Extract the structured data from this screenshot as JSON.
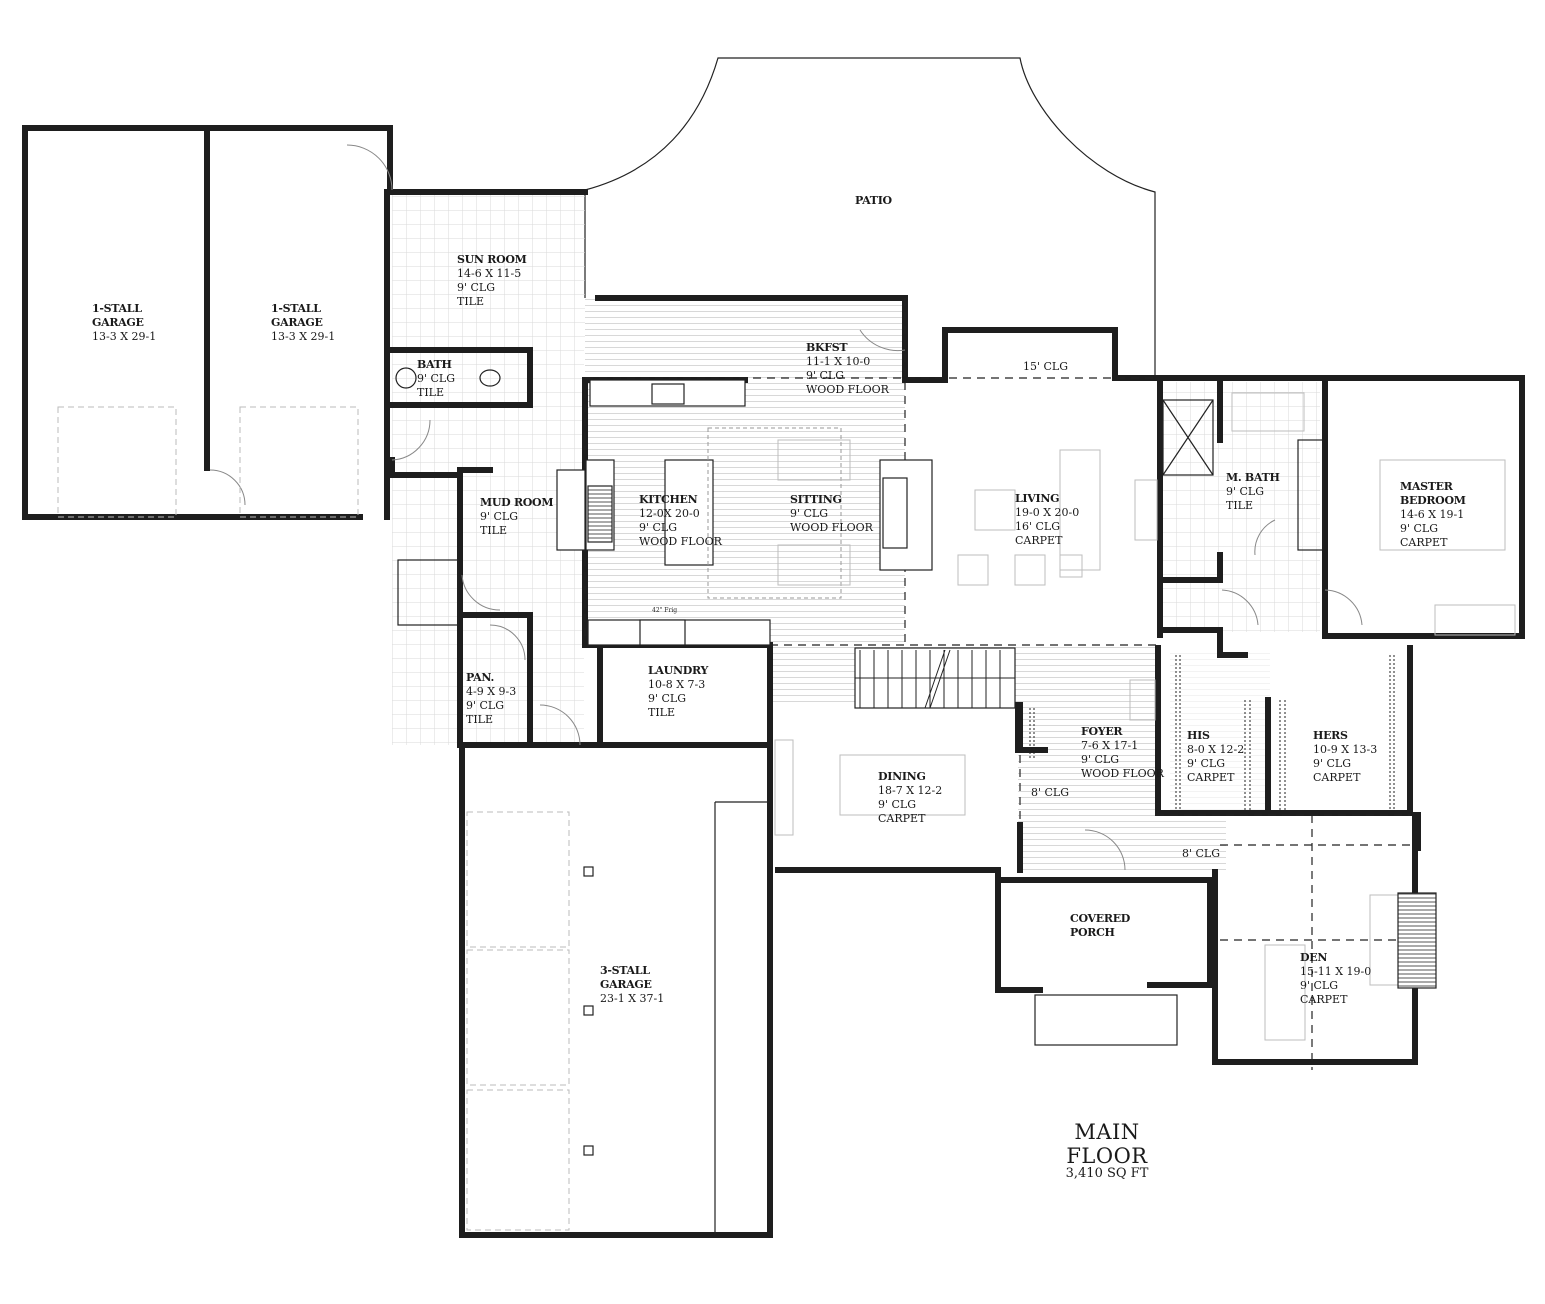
{
  "title": {
    "floor_name": "MAIN FLOOR",
    "area": "3,410 SQ FT"
  },
  "colors": {
    "wall": "#1e1e1e",
    "line": "#222222",
    "tile_grid": "#d6d6d6",
    "wood_lines": "#cfcfcf",
    "furniture": "#bdbdbd",
    "background": "#ffffff"
  },
  "rooms": {
    "garage1": {
      "name_l1": "1-STALL",
      "name_l2": "GARAGE",
      "dims": "13-3 X 29-1"
    },
    "garage2": {
      "name_l1": "1-STALL",
      "name_l2": "GARAGE",
      "dims": "13-3 X 29-1"
    },
    "sun_room": {
      "name": "SUN ROOM",
      "dims": "14-6 X 11-5",
      "ceiling": "9' CLG",
      "floor": "TILE"
    },
    "bath": {
      "name": "BATH",
      "ceiling": "9' CLG",
      "floor": "TILE"
    },
    "patio": {
      "name": "PATIO"
    },
    "bkfst": {
      "name": "BKFST",
      "dims": "11-1 X 10-0",
      "ceiling": "9' CLG",
      "floor": "WOOD FLOOR"
    },
    "mud_room": {
      "name": "MUD ROOM",
      "ceiling": "9' CLG",
      "floor": "TILE"
    },
    "kitchen": {
      "name": "KITCHEN",
      "dims": "12-0X 20-0",
      "ceiling": "9' CLG",
      "floor": "WOOD FLOOR"
    },
    "sitting": {
      "name": "SITTING",
      "ceiling": "9' CLG",
      "floor": "WOOD FLOOR"
    },
    "living": {
      "name": "LIVING",
      "dims": "19-0 X 20-0",
      "ceiling": "16' CLG",
      "floor": "CARPET"
    },
    "m_bath": {
      "name": "M. BATH",
      "ceiling": "9' CLG",
      "floor": "TILE"
    },
    "master_bedroom": {
      "name_l1": "MASTER",
      "name_l2": "BEDROOM",
      "dims": "14-6 X 19-1",
      "ceiling": "9' CLG",
      "floor": "CARPET"
    },
    "pan": {
      "name": "PAN.",
      "dims": "4-9 X 9-3",
      "ceiling": "9' CLG",
      "floor": "TILE"
    },
    "laundry": {
      "name": "LAUNDRY",
      "dims": "10-8 X 7-3",
      "ceiling": "9' CLG",
      "floor": "TILE"
    },
    "dining": {
      "name": "DINING",
      "dims": "18-7 X 12-2",
      "ceiling": "9' CLG",
      "floor": "CARPET"
    },
    "foyer": {
      "name": "FOYER",
      "dims": "7-6 X 17-1",
      "ceiling": "9' CLG",
      "floor": "WOOD FLOOR"
    },
    "his": {
      "name": "HIS",
      "dims": "8-0 X 12-2",
      "ceiling": "9' CLG",
      "floor": "CARPET"
    },
    "hers": {
      "name": "HERS",
      "dims": "10-9 X 13-3",
      "ceiling": "9' CLG",
      "floor": "CARPET"
    },
    "covered_porch": {
      "name_l1": "COVERED",
      "name_l2": "PORCH"
    },
    "den": {
      "name": "DEN",
      "dims": "15-11 X 19-0",
      "ceiling": "9' CLG",
      "floor": "CARPET"
    },
    "garage3": {
      "name_l1": "3-STALL",
      "name_l2": "GARAGE",
      "dims": "23-1 X 37-1"
    }
  },
  "ceiling_notes": {
    "living_bay": "15' CLG",
    "foyer_hall": "8' CLG",
    "den_hall": "8' CLG"
  },
  "annotations": {
    "fridge": "42\" Frig"
  }
}
